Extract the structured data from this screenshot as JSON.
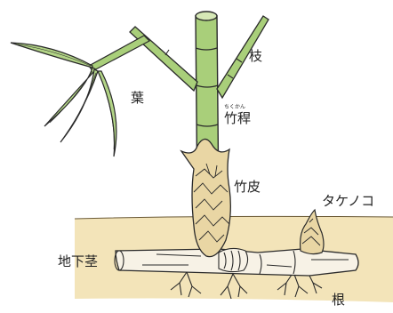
{
  "labels": {
    "branch": "枝",
    "leaf": "葉",
    "culm_ruby": "ちくかん",
    "culm": "竹稈",
    "sheath": "竹皮",
    "shoot": "タケノコ",
    "rhizome": "地下茎",
    "root": "根"
  },
  "colors": {
    "stem_green": "#a9cf7a",
    "soil": "#f3e4b9",
    "leaf_green": "#b2d486",
    "sheath_tan": "#e9d6a4",
    "rhizome_fill": "#f7f2e6",
    "outline": "#2a2a2a"
  }
}
